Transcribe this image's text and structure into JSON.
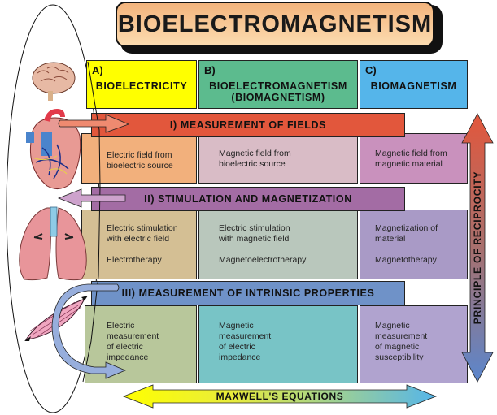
{
  "title": "BIOELECTROMAGNETISM",
  "columns": [
    {
      "letter": "A)",
      "name": "BIOELECTRICITY",
      "color": "#ffff00"
    },
    {
      "letter": "B)",
      "name": "BIOELECTROMAGNETISM\n(BIOMAGNETISM)",
      "color": "#5cbb8e"
    },
    {
      "letter": "C)",
      "name": "BIOMAGNETISM",
      "color": "#55b5ea"
    }
  ],
  "rows": [
    {
      "label": "I) MEASUREMENT OF FIELDS",
      "band_color": "#e2573c",
      "cells": [
        {
          "text": "Electric field from\nbioelectric source",
          "color": "#f2b07c"
        },
        {
          "text": "Magnetic field from\nbioelectric source",
          "color": "#d9bcc6"
        },
        {
          "text": "Magnetic field from\nmagnetic material",
          "color": "#c991bd"
        }
      ]
    },
    {
      "label": "II) STIMULATION AND MAGNETIZATION",
      "band_color": "#a36ca4",
      "cells": [
        {
          "text": "Electric stimulation\nwith electric field\n\nElectrotherapy",
          "color": "#d4bf94"
        },
        {
          "text": "Electric stimulation\nwith magnetic field\n\nMagnetoelectrotherapy",
          "color": "#b9c7bc"
        },
        {
          "text": "Magnetization of\nmaterial\n\nMagnetotherapy",
          "color": "#a99ac6"
        }
      ]
    },
    {
      "label": "III) MEASUREMENT OF INTRINSIC PROPERTIES",
      "band_color": "#6f92c8",
      "cells": [
        {
          "text": "Electric\nmeasurement\nof electric\nimpedance",
          "color": "#b8c79b"
        },
        {
          "text": "Magnetic\nmeasurement\nof electric\nimpedance",
          "color": "#78c4c6"
        },
        {
          "text": "Magnetic\nmeasurement\nof magnetic\nsusceptibility",
          "color": "#b0a3cf"
        }
      ]
    }
  ],
  "bottom_arrow": {
    "label": "MAXWELL'S EQUATIONS",
    "color_left": "#ffff00",
    "color_right": "#55b5ea"
  },
  "side_arrow": {
    "label": "PRINCIPLE OF RECIPROCITY",
    "color_top": "#e2573c",
    "color_bottom": "#5b86cc"
  },
  "organs": [
    {
      "icon": "brain-icon"
    },
    {
      "icon": "heart-icon"
    },
    {
      "icon": "lungs-icon"
    },
    {
      "icon": "muscle-icon"
    }
  ]
}
